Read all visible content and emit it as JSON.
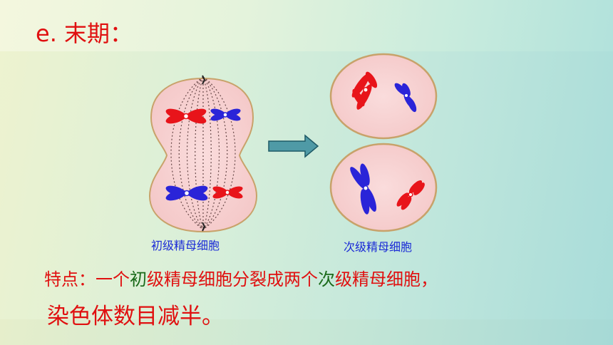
{
  "heading": "e. 末期：",
  "diagram": {
    "left_caption": "初级精母细胞",
    "right_caption": "次级精母细胞"
  },
  "description": {
    "line1_part1": "特点：一个",
    "line1_part2": "初",
    "line1_part3": "级精母细胞分裂成两个",
    "line1_part4": "次",
    "line1_part5": "级精母细胞，",
    "line2": "染色体数目减半。"
  },
  "colors": {
    "red_chromosome": "#e8141a",
    "blue_chromosome": "#2a24d8",
    "cell_fill": "#f7d3d3",
    "cell_border": "#c8a26a",
    "arrow": "#4f9aa6",
    "text_red": "#e01010",
    "caption_blue": "#1a2ad6",
    "text_green": "#1a6a1a"
  },
  "icons": {
    "arrow": "right-arrow-icon"
  }
}
